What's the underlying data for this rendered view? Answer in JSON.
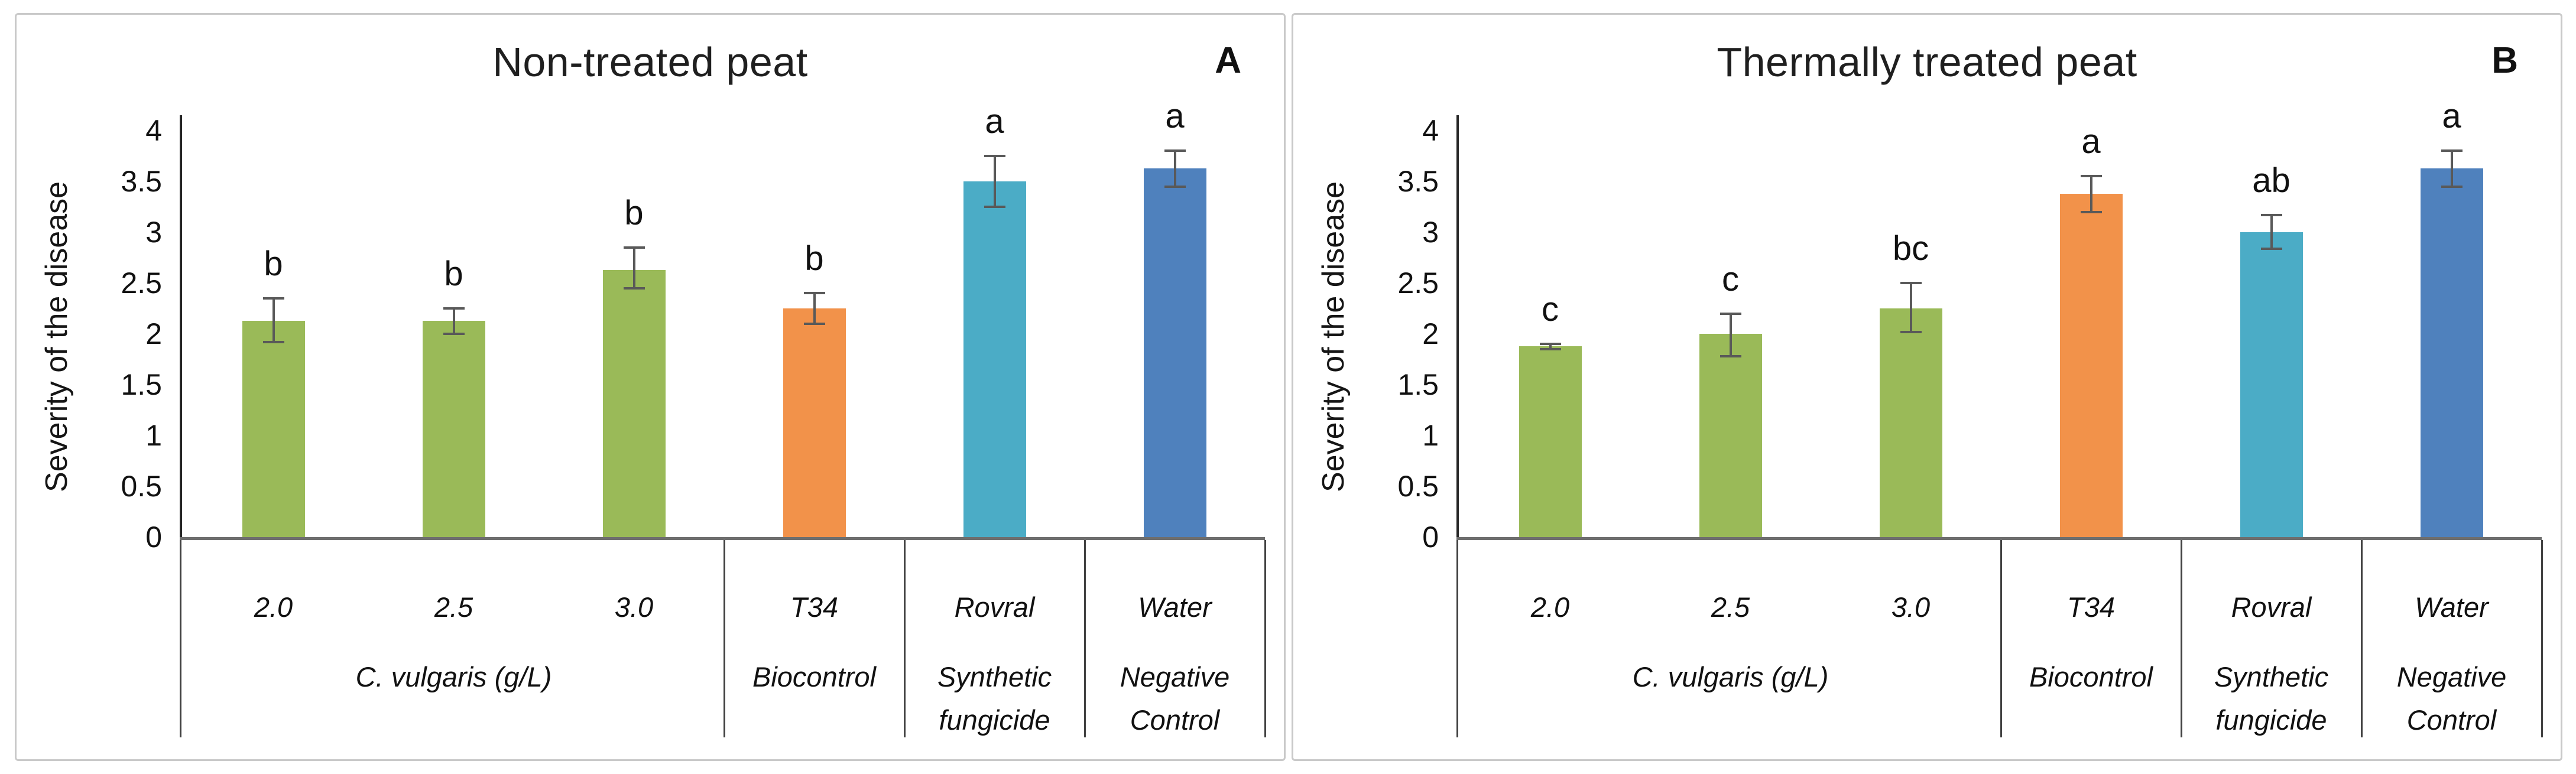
{
  "figure": {
    "background": "#ffffff",
    "panel_border_color": "#c9c9c9",
    "text_color": "#1a1a1a"
  },
  "colors": {
    "green": "#9ABA58",
    "orange": "#F2924A",
    "teal": "#4BACC6",
    "blue": "#4F81BD",
    "error_bar": "#595959",
    "y_axis_line": "#262626",
    "baseline": "#6E6E6E",
    "table_line": "#424242"
  },
  "chart_data": [
    {
      "type": "bar",
      "panel_letter": "A",
      "title": "Non-treated peat",
      "ylabel": "Severity of the disease",
      "xlabel": "",
      "ylim": [
        0,
        4
      ],
      "ytick_step": 0.5,
      "ytick_labels": [
        "0",
        "0.5",
        "1",
        "1.5",
        "2",
        "2.5",
        "3",
        "3.5",
        "4"
      ],
      "grid": false,
      "legend": "none",
      "categories": [
        "2.0",
        "2.5",
        "3.0",
        "T34",
        "Rovral",
        "Water"
      ],
      "values": [
        2.13,
        2.13,
        2.63,
        2.25,
        3.5,
        3.63
      ],
      "error_low": [
        1.92,
        2.0,
        2.45,
        2.1,
        3.25,
        3.45
      ],
      "error_high": [
        2.35,
        2.25,
        2.85,
        2.4,
        3.75,
        3.8
      ],
      "sig_letters": [
        "b",
        "b",
        "b",
        "b",
        "a",
        "a"
      ],
      "bar_color_names": [
        "green",
        "green",
        "green",
        "orange",
        "teal",
        "blue"
      ],
      "groups": [
        {
          "label": "C. vulgaris (g/L)",
          "span": 3
        },
        {
          "label": "Biocontrol",
          "span": 1
        },
        {
          "label": "Synthetic fungicide",
          "span": 1
        },
        {
          "label": "Negative Control",
          "span": 1
        }
      ]
    },
    {
      "type": "bar",
      "panel_letter": "B",
      "title": "Thermally treated peat",
      "ylabel": "Severity of the disease",
      "xlabel": "",
      "ylim": [
        0,
        4
      ],
      "ytick_step": 0.5,
      "ytick_labels": [
        "0",
        "0.5",
        "1",
        "1.5",
        "2",
        "2.5",
        "3",
        "3.5",
        "4"
      ],
      "grid": false,
      "legend": "none",
      "categories": [
        "2.0",
        "2.5",
        "3.0",
        "T34",
        "Rovral",
        "Water"
      ],
      "values": [
        1.88,
        2.0,
        2.25,
        3.38,
        3.0,
        3.63
      ],
      "error_low": [
        1.85,
        1.78,
        2.02,
        3.2,
        2.84,
        3.45
      ],
      "error_high": [
        1.9,
        2.2,
        2.5,
        3.55,
        3.17,
        3.8
      ],
      "sig_letters": [
        "c",
        "c",
        "bc",
        "a",
        "ab",
        "a"
      ],
      "bar_color_names": [
        "green",
        "green",
        "green",
        "orange",
        "teal",
        "blue"
      ],
      "groups": [
        {
          "label": "C. vulgaris (g/L)",
          "span": 3
        },
        {
          "label": "Biocontrol",
          "span": 1
        },
        {
          "label": "Synthetic fungicide",
          "span": 1
        },
        {
          "label": "Negative Control",
          "span": 1
        }
      ]
    }
  ]
}
